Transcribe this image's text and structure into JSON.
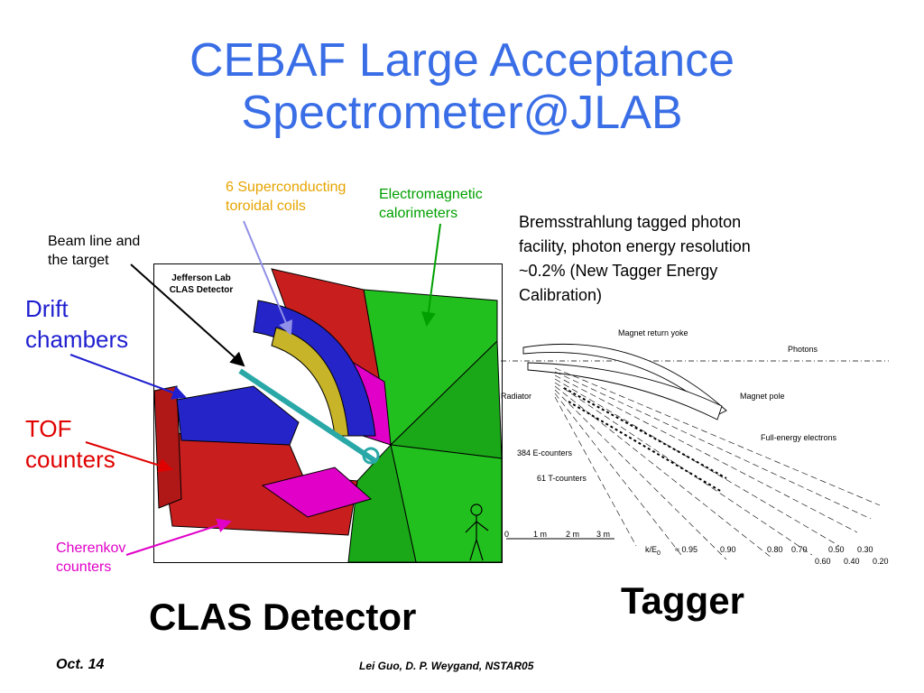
{
  "slide": {
    "title_line1": "CEBAF Large Acceptance",
    "title_line2": "Spectrometer@JLAB",
    "labels": {
      "coils": [
        "6 Superconducting",
        "toroidal coils"
      ],
      "calorimeters": [
        "Electromagnetic",
        "calorimeters"
      ],
      "beamline": [
        "Beam line and",
        "the target"
      ],
      "drift": [
        "Drift",
        "chambers"
      ],
      "tof": [
        "TOF",
        "counters"
      ],
      "cherenkov": [
        "Cherenkov",
        "counters"
      ],
      "bremsstrahlung": [
        "Bremsstrahlung tagged photon",
        "facility, photon energy resolution",
        "~0.2% (New Tagger Energy",
        "Calibration)"
      ]
    },
    "detector_badge": [
      "Jefferson Lab",
      "CLAS Detector"
    ],
    "tagger_diagram": {
      "magnet_yoke": "Magnet return yoke",
      "photons": "Photons",
      "radiator": "Radiator",
      "magnet_pole": "Magnet pole",
      "full_energy": "Full-energy electrons",
      "e_counters": "384 E-counters",
      "t_counters": "61 T-counters",
      "scale": [
        "0",
        "1 m",
        "2 m",
        "3 m"
      ],
      "k_label": "k/E",
      "k_sub": "0",
      "k_row1": [
        "≈ 0.95",
        "0.90",
        "0.80",
        "0.70",
        "0.50",
        "0.30"
      ],
      "k_row2": [
        "0.60",
        "0.40",
        "0.20"
      ]
    },
    "captions": {
      "clas": "CLAS Detector",
      "tagger": "Tagger"
    },
    "footer": {
      "date": "Oct. 14",
      "authors": "Lei Guo, D. P. Weygand, NSTAR05"
    },
    "colors": {
      "title": "#3a6ee6",
      "coils": "#e6a400",
      "calorimeter": "#00a000",
      "drift": "#1f1fd0",
      "tof": "#e00000",
      "cherenkov": "#e000c8"
    }
  }
}
